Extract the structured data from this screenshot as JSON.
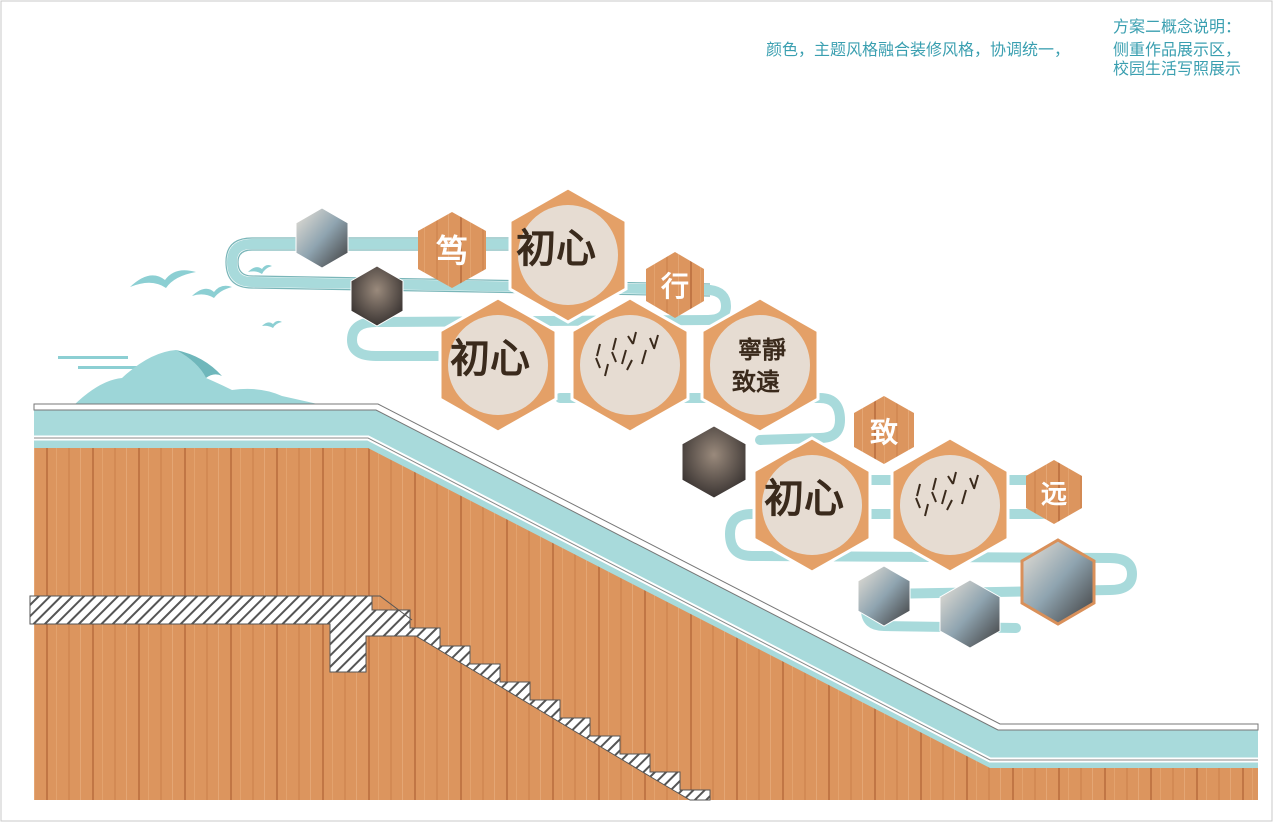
{
  "notes": {
    "title": "方案二概念说明：",
    "line_left": "颜色，主题风格融合装修风格，协调统一，",
    "line_right": "侧重作品展示区，",
    "line_last": "校园生活写照展示"
  },
  "tiles": {
    "du": "笃",
    "xing": "行",
    "zhi": "致",
    "yuan": "远"
  },
  "calligraphy": {
    "chuxin": "初心",
    "ningjing_left": "寧靜",
    "ningjing_right": "致遠"
  },
  "colors": {
    "wood": "#d9905a",
    "wood_dark": "#c47a44",
    "teal": "#a8dadb",
    "frame": "#e4a067",
    "paper": "#e6dcd2",
    "note_text": "#3a9fb0"
  }
}
